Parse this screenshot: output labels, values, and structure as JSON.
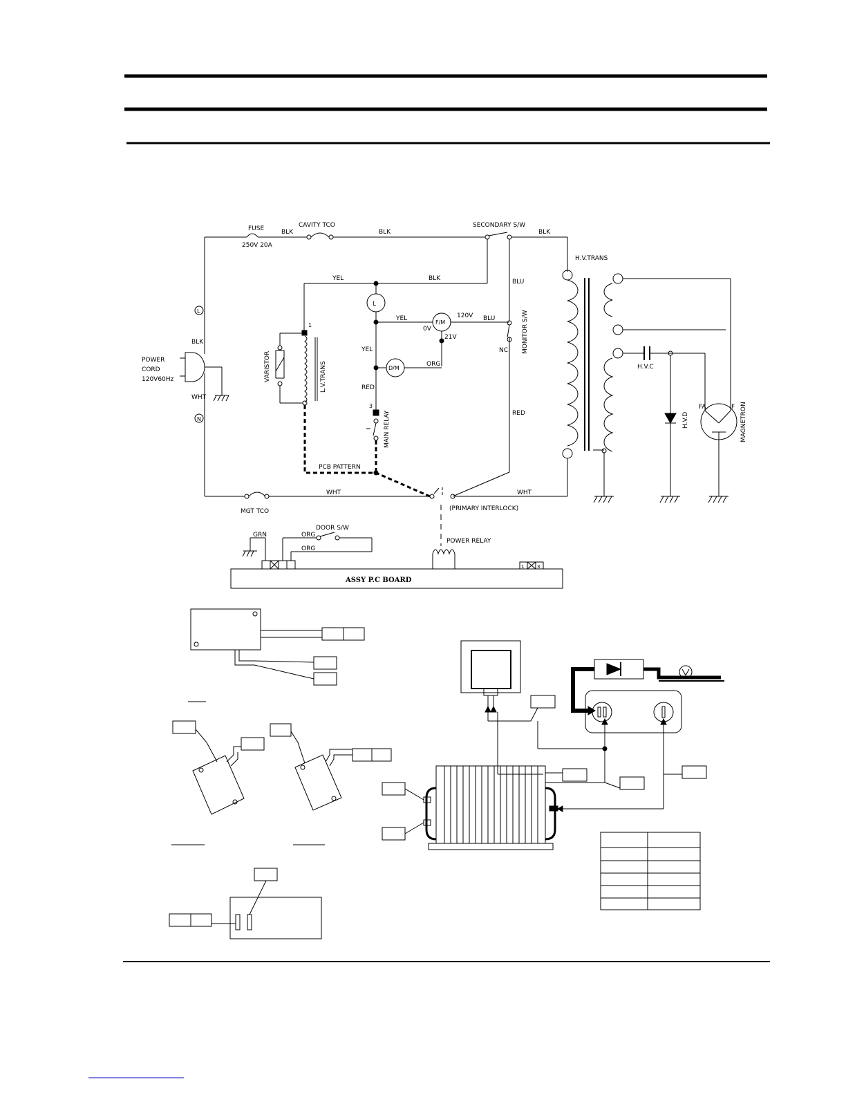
{
  "colors": {
    "ink": "#000000",
    "paper": "#ffffff"
  },
  "schematic": {
    "fuse": "FUSE",
    "fuse_rating": "250V 20A",
    "cavity_tco": "CAVITY TCO",
    "secondary_sw": "SECONDARY S/W",
    "hv_trans": "H.V.TRANS",
    "monitor_sw": "MONITOR S/W",
    "nc": "NC",
    "hvc": "H.V.C",
    "hvd": "H.V.D",
    "magnetron": "MAGNETRON",
    "fa": "FA",
    "f": "F",
    "power_cord": [
      "POWER",
      "CORD",
      "120V60Hz"
    ],
    "varistor": "VARISTOR",
    "lv_trans": "L.V.TRANS",
    "main_relay": "MAIN RELAY",
    "pcb_pattern": "PCB PATTERN",
    "primary_interlock": "(PRIMARY INTERLOCK)",
    "mgt_tco": "MGT TCO",
    "door_sw": "DOOR S/W",
    "power_relay": "POWER RELAY",
    "assy_pcb": "ASSY P.C BOARD",
    "lamp": "L",
    "fan_motor": "F/M",
    "drive_motor": "D/M",
    "v120": "120V",
    "v0": "0V",
    "v21": "21V",
    "wires": {
      "blk": "BLK",
      "yel": "YEL",
      "blu": "BLU",
      "red": "RED",
      "wht": "WHT",
      "org": "ORG",
      "grn": "GRN"
    },
    "node_l": "L",
    "node_n": "N",
    "term_1": "1",
    "term_3": "3"
  }
}
